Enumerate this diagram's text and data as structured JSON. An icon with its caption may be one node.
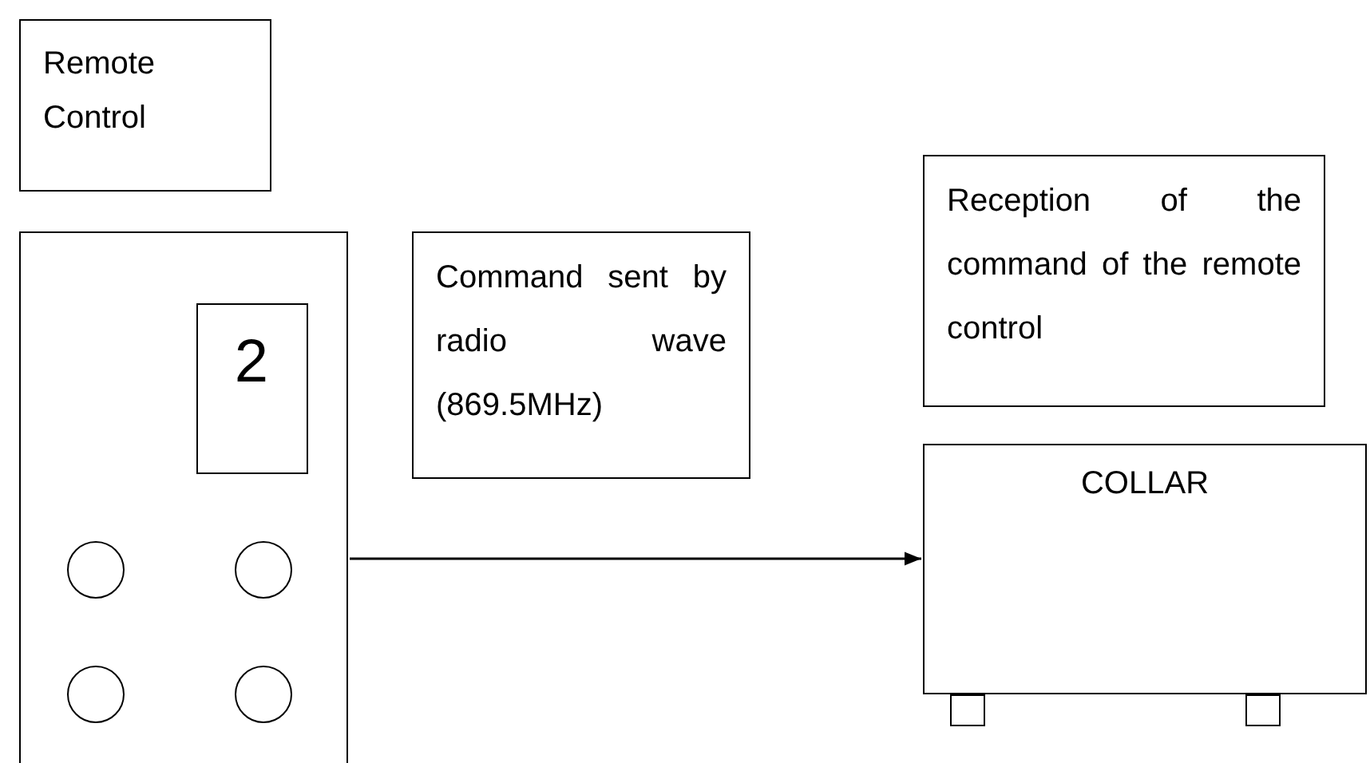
{
  "diagram": {
    "nodes": [
      {
        "text": [
          "Remote Control"
        ]
      },
      {
        "text": [],
        "shape": "box"
      },
      {
        "text": [
          "2"
        ],
        "in": 1
      },
      {
        "text": [],
        "shape": "circle",
        "in": 1
      },
      {
        "text": [],
        "shape": "circle",
        "in": 1
      },
      {
        "text": [],
        "shape": "circle",
        "in": 1
      },
      {
        "text": [],
        "shape": "circle",
        "in": 1
      },
      {
        "text": [
          "Command sent by radio wave (869.5MHz)"
        ]
      },
      {
        "text": [
          "Reception of the command of the remote control"
        ]
      },
      {
        "text": [
          "COLLAR"
        ]
      },
      {
        "text": [],
        "shape": "box"
      },
      {
        "text": [],
        "shape": "box"
      }
    ],
    "edges": [
      {
        "from": 1,
        "to": 9,
        "arrow": "to"
      }
    ]
  }
}
